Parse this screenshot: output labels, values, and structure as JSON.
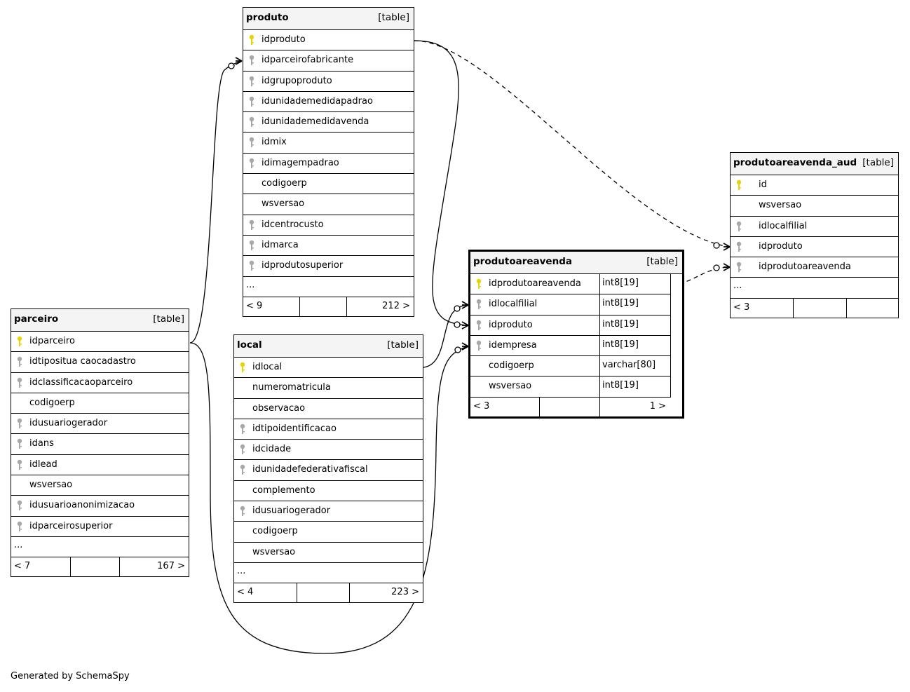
{
  "colors": {
    "primary_key": "#e8d400",
    "foreign_key": "#a8a8a8",
    "header_bg": "#f4f4f4"
  },
  "tables": {
    "produto": {
      "name": "produto",
      "tag": "[table]",
      "columns": [
        {
          "name": "idproduto",
          "key": "pk"
        },
        {
          "name": "idparceirofabricante",
          "key": "fk"
        },
        {
          "name": "idgrupoproduto",
          "key": "fk"
        },
        {
          "name": "idunidademedidapadrao",
          "key": "fk"
        },
        {
          "name": "idunidademedidavenda",
          "key": "fk"
        },
        {
          "name": "idmix",
          "key": "fk"
        },
        {
          "name": "idimagempadrao",
          "key": "fk"
        },
        {
          "name": "codigoerp",
          "key": ""
        },
        {
          "name": "wsversao",
          "key": ""
        },
        {
          "name": "idcentrocusto",
          "key": "fk"
        },
        {
          "name": "idmarca",
          "key": "fk"
        },
        {
          "name": "idprodutosuperior",
          "key": "fk"
        }
      ],
      "ellipsis": "...",
      "footer": {
        "left": "< 9",
        "right": "212 >"
      }
    },
    "parceiro": {
      "name": "parceiro",
      "tag": "[table]",
      "columns": [
        {
          "name": "idparceiro",
          "key": "pk"
        },
        {
          "name": "idtipositua caocadastro",
          "key": "fk"
        },
        {
          "name": "idclassificacaoparceiro",
          "key": "fk"
        },
        {
          "name": "codigoerp",
          "key": ""
        },
        {
          "name": "idusuariogerador",
          "key": "fk"
        },
        {
          "name": "idans",
          "key": "fk"
        },
        {
          "name": "idlead",
          "key": "fk"
        },
        {
          "name": "wsversao",
          "key": ""
        },
        {
          "name": "idusuarioanonimizacao",
          "key": "fk"
        },
        {
          "name": "idparceirosuperior",
          "key": "fk"
        }
      ],
      "ellipsis": "...",
      "footer": {
        "left": "< 7",
        "right": "167 >"
      }
    },
    "local": {
      "name": "local",
      "tag": "[table]",
      "columns": [
        {
          "name": "idlocal",
          "key": "pk"
        },
        {
          "name": "numeromatricula",
          "key": ""
        },
        {
          "name": "observacao",
          "key": ""
        },
        {
          "name": "idtipoidentificacao",
          "key": "fk"
        },
        {
          "name": "idcidade",
          "key": "fk"
        },
        {
          "name": "idunidadefederativafiscal",
          "key": "fk"
        },
        {
          "name": "complemento",
          "key": ""
        },
        {
          "name": "idusuariogerador",
          "key": "fk"
        },
        {
          "name": "codigoerp",
          "key": ""
        },
        {
          "name": "wsversao",
          "key": ""
        }
      ],
      "ellipsis": "...",
      "footer": {
        "left": "< 4",
        "right": "223 >"
      }
    },
    "produtoareavenda": {
      "name": "produtoareavenda",
      "tag": "[table]",
      "columns": [
        {
          "name": "idprodutoareavenda",
          "key": "pk",
          "type": "int8[19]"
        },
        {
          "name": "idlocalfilial",
          "key": "fk",
          "type": "int8[19]"
        },
        {
          "name": "idproduto",
          "key": "fk",
          "type": "int8[19]"
        },
        {
          "name": "idempresa",
          "key": "fk",
          "type": "int8[19]"
        },
        {
          "name": "codigoerp",
          "key": "",
          "type": "varchar[80]"
        },
        {
          "name": "wsversao",
          "key": "",
          "type": "int8[19]"
        }
      ],
      "footer": {
        "left": "< 3",
        "right": "1 >"
      }
    },
    "produtoareavenda_aud": {
      "name": "produtoareavenda_aud",
      "tag": "[table]",
      "columns": [
        {
          "name": "id",
          "key": "pk"
        },
        {
          "name": "wsversao",
          "key": ""
        },
        {
          "name": "idlocalfilial",
          "key": "fk"
        },
        {
          "name": "idproduto",
          "key": "fk"
        },
        {
          "name": "idprodutoareavenda",
          "key": "fk"
        }
      ],
      "ellipsis": "...",
      "footer": {
        "left": "< 3",
        "right": ""
      }
    }
  },
  "generated_by": "Generated by SchemaSpy"
}
